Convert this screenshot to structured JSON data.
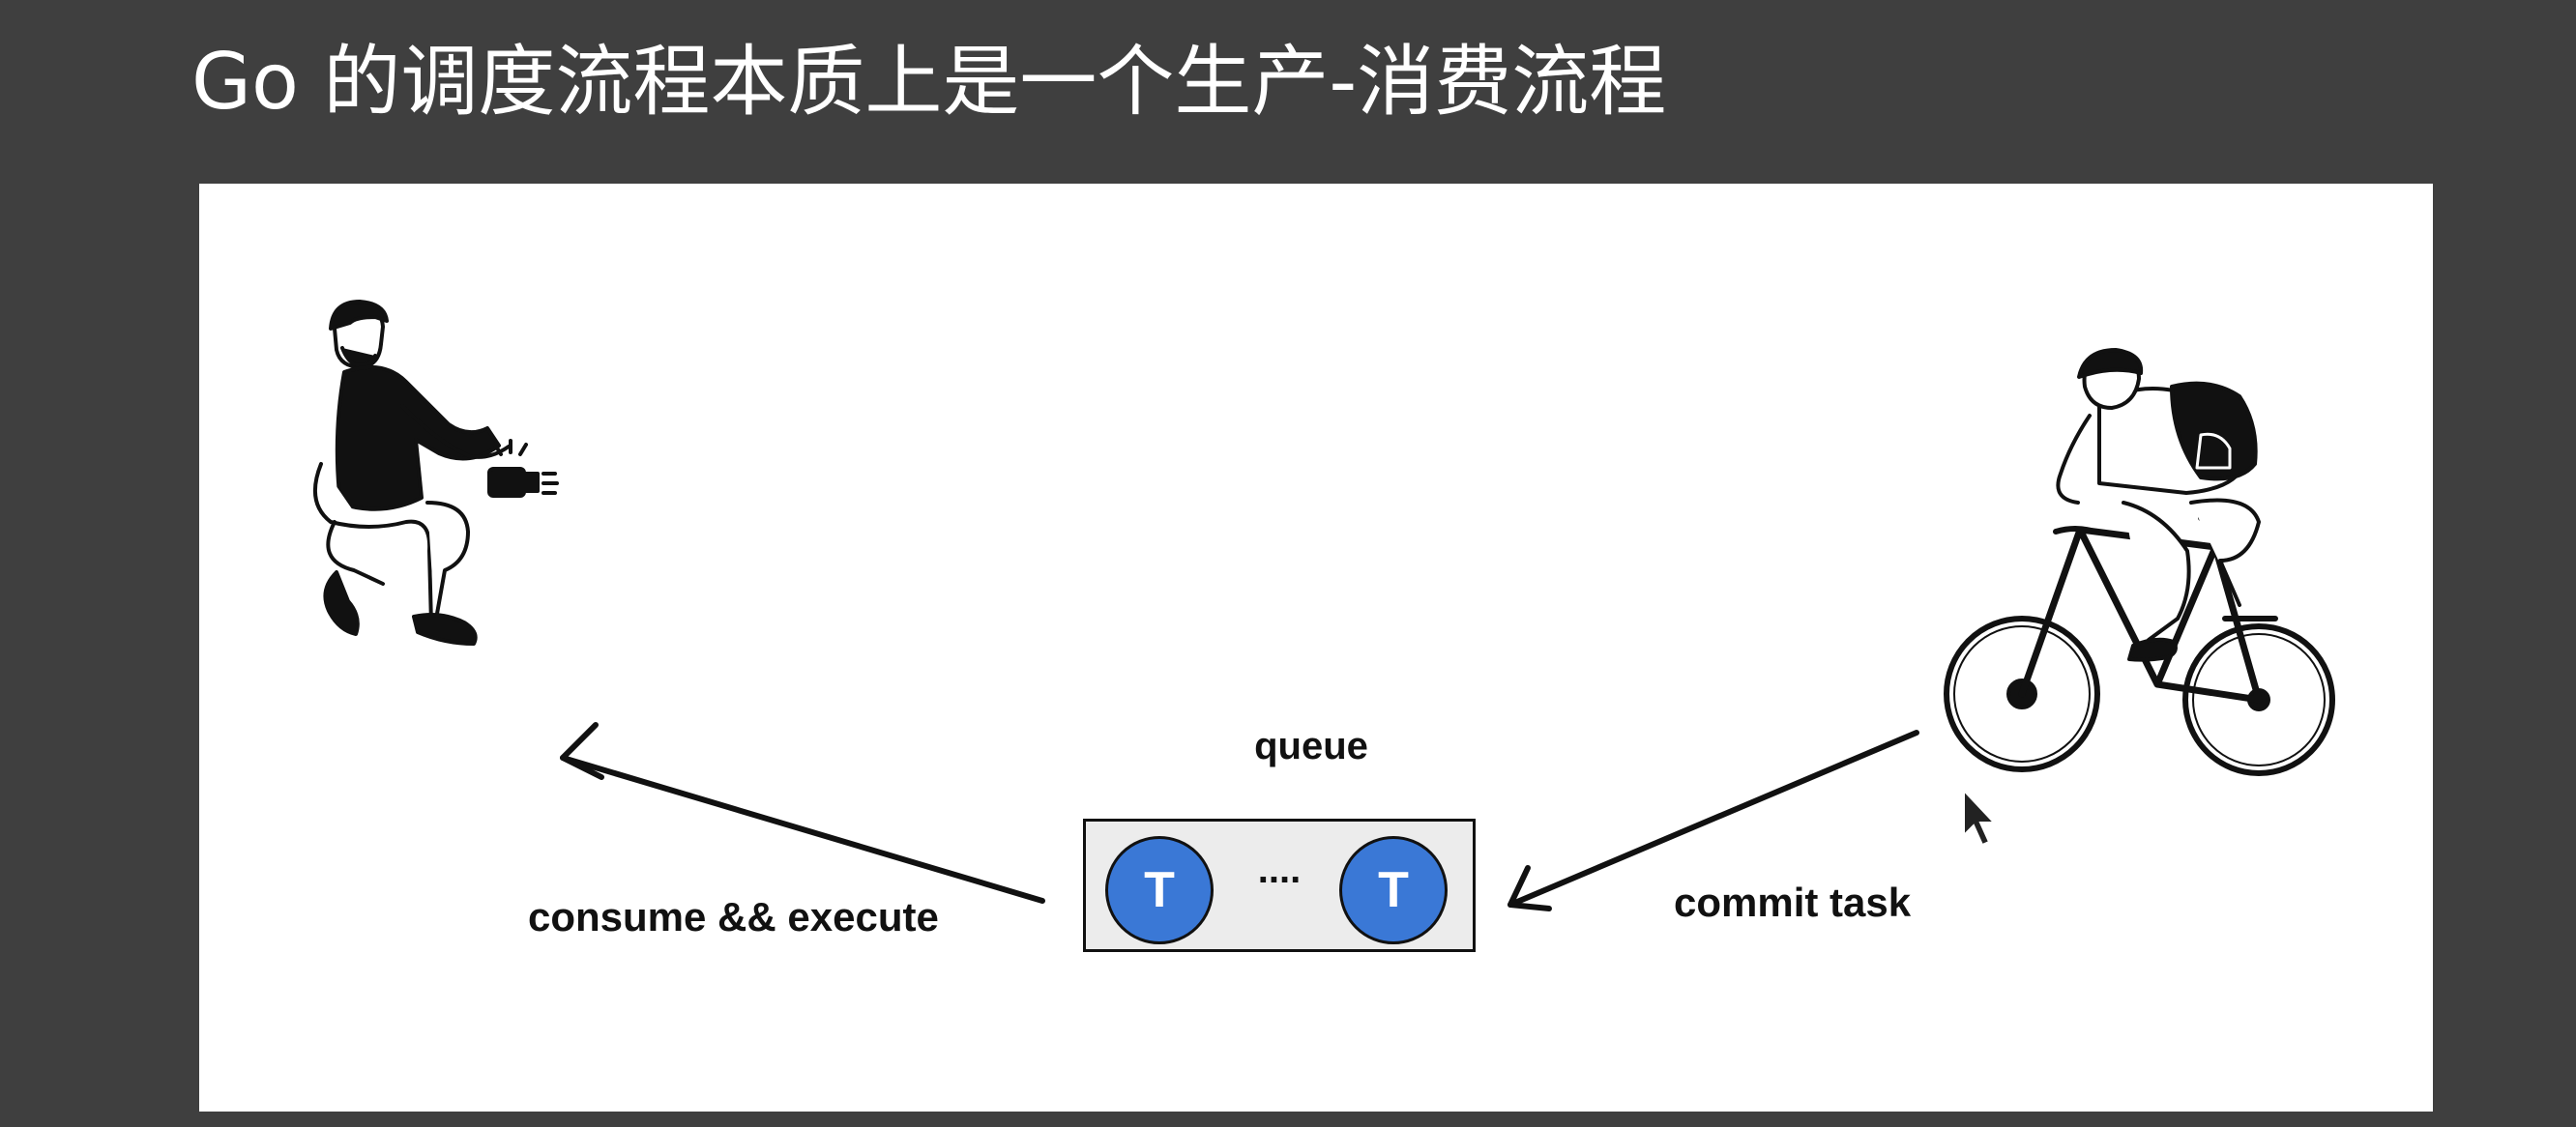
{
  "slide": {
    "title": "Go 的调度流程本质上是一个生产-消费流程"
  },
  "diagram": {
    "queue_label": "queue",
    "queue_items": [
      {
        "label": "T",
        "color": "#3a78d6"
      },
      {
        "label": "T",
        "color": "#3a78d6"
      }
    ],
    "queue_ellipsis": "....",
    "consumer_edge_label": "consume && execute",
    "producer_edge_label": "commit task",
    "consumer_illustration": "photographer-icon",
    "producer_illustration": "cyclist-icon"
  },
  "colors": {
    "background": "#3f3f3f",
    "canvas": "#ffffff",
    "token": "#3a78d6",
    "queue_fill": "#ececec"
  }
}
